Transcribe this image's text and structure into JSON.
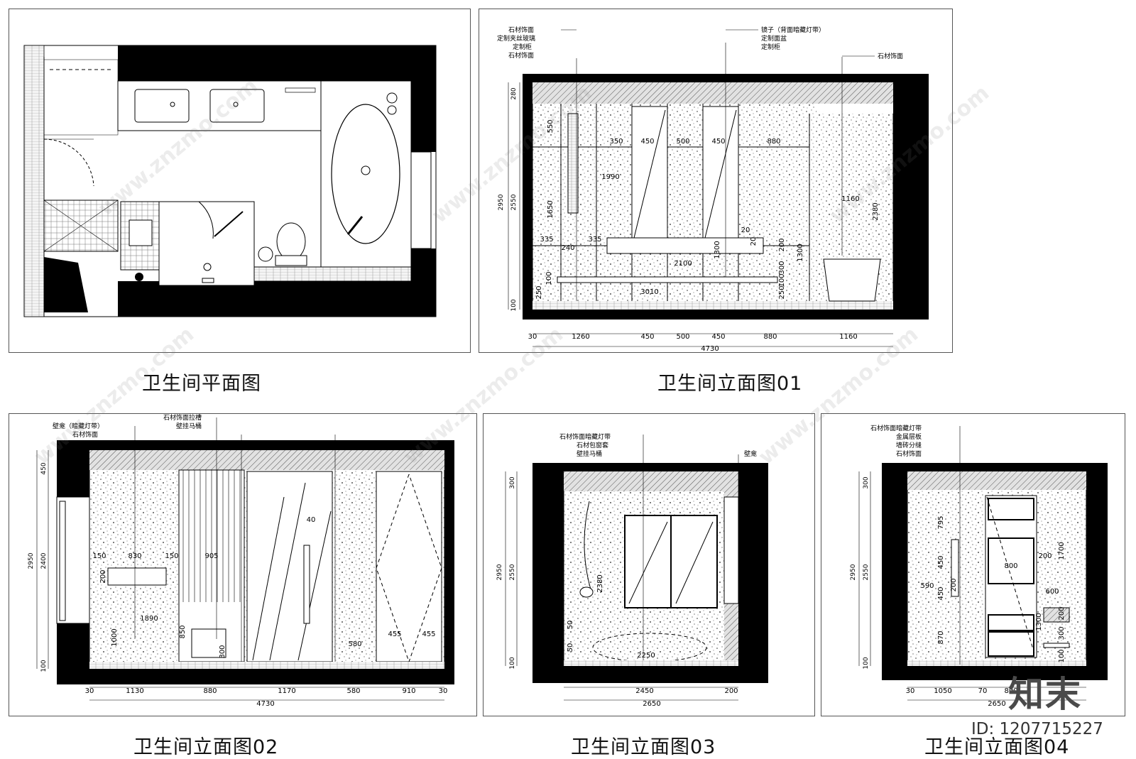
{
  "captions": {
    "plan": "卫生间平面图",
    "elev01": "卫生间立面图01",
    "elev02": "卫生间立面图02",
    "elev03": "卫生间立面图03",
    "elev04": "卫生间立面图04"
  },
  "elev01": {
    "left_labels": [
      "石材饰面",
      "定制夹丝玻璃",
      "定制柜",
      "石材饰面"
    ],
    "mid_labels": [
      "镜子（背面暗藏灯带）",
      "定制面盆",
      "定制柜"
    ],
    "right_label": "石材饰面",
    "bottom_dims": [
      "30",
      "1260",
      "450",
      "500",
      "450",
      "880",
      "1160"
    ],
    "total": "4730",
    "height_dims": [
      "280",
      "2950",
      "2550",
      "100"
    ],
    "inner_dims": [
      "350",
      "450",
      "500",
      "450",
      "880",
      "1990",
      "1650",
      "335",
      "335",
      "240",
      "2100",
      "3010",
      "1160",
      "2380",
      "1300",
      "1300",
      "250",
      "250",
      "300",
      "200",
      "20",
      "20",
      "100",
      "100",
      "550"
    ]
  },
  "elev02": {
    "left_labels": [
      "壁龛（暗藏灯带）",
      "石材饰面"
    ],
    "mid_labels": [
      "石材饰面拉槽",
      "壁挂马桶"
    ],
    "bottom_dims": [
      "30",
      "1130",
      "880",
      "1170",
      "580",
      "910",
      "30"
    ],
    "total": "4730",
    "height_dims": [
      "450",
      "2950",
      "2400",
      "100"
    ],
    "inner_dims": [
      "150",
      "830",
      "150",
      "905",
      "200",
      "1890",
      "1000",
      "850",
      "300",
      "40",
      "580",
      "455",
      "455"
    ]
  },
  "elev03": {
    "labels": [
      "石材饰面暗藏灯带",
      "石材包窗套",
      "壁挂马桶"
    ],
    "right_label": "壁龛",
    "bottom_dims": [
      "2450",
      "200"
    ],
    "total": "2650",
    "height_dims": [
      "300",
      "2950",
      "2550",
      "100"
    ],
    "inner_dims": [
      "2380",
      "2250",
      "50",
      "50"
    ]
  },
  "elev04": {
    "labels": [
      "石材饰面暗藏灯带",
      "金属层板",
      "墙砖分缝",
      "石材饰面"
    ],
    "bottom_dims": [
      "30",
      "1050",
      "70",
      "800"
    ],
    "total": "2650",
    "height_dims": [
      "300",
      "2950",
      "2550",
      "100"
    ],
    "inner_dims": [
      "795",
      "450",
      "200",
      "590",
      "450",
      "870",
      "800",
      "1700",
      "200",
      "600",
      "200",
      "1300",
      "300",
      "100"
    ]
  },
  "watermark": "www.znzmo.com",
  "brand": {
    "logo": "知末",
    "id_text": "ID: 1207715227"
  }
}
